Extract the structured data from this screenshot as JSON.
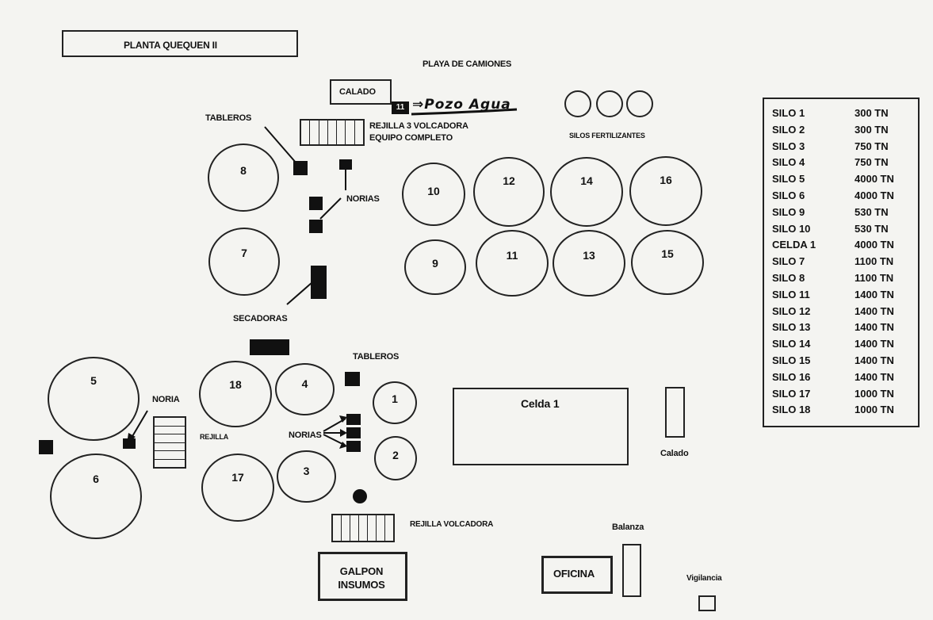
{
  "title": "PLANTA QUEQUEN II",
  "labels": {
    "playa": "PLAYA DE CAMIONES",
    "calado_top": "CALADO",
    "pozo_num": "11",
    "pozo": "Pozo Agua",
    "rejilla3": "REJILLA 3 VOLCADORA",
    "equipo": "EQUIPO COMPLETO",
    "silos_fert": "SILOS FERTILIZANTES",
    "tableros_top": "TABLEROS",
    "norias_top": "NORIAS",
    "secadoras": "SECADORAS",
    "tableros_mid": "TABLEROS",
    "noria": "NORIA",
    "rejilla": "REJILLA",
    "norias_mid": "NORIAS",
    "rejilla_volcadora": "REJILLA VOLCADORA",
    "celda1": "Celda 1",
    "calado_right": "Calado",
    "balanza": "Balanza",
    "galpon": "GALPON INSUMOS",
    "oficina": "OFICINA",
    "vigilancia": "Vigilancia"
  },
  "silos": {
    "s1": "1",
    "s2": "2",
    "s3": "3",
    "s4": "4",
    "s5": "5",
    "s6": "6",
    "s7": "7",
    "s8": "8",
    "s9": "9",
    "s10": "10",
    "s11": "11",
    "s12": "12",
    "s13": "13",
    "s14": "14",
    "s15": "15",
    "s16": "16",
    "s17": "17",
    "s18": "18"
  },
  "capacity_table": [
    {
      "name": "SILO 1",
      "cap": "300 TN"
    },
    {
      "name": "SILO 2",
      "cap": "300 TN"
    },
    {
      "name": "SILO 3",
      "cap": "750 TN"
    },
    {
      "name": "SILO 4",
      "cap": "750 TN"
    },
    {
      "name": "SILO 5",
      "cap": "4000 TN"
    },
    {
      "name": "SILO 6",
      "cap": "4000 TN"
    },
    {
      "name": "SILO 9",
      "cap": "530 TN"
    },
    {
      "name": "SILO 10",
      "cap": "530 TN"
    },
    {
      "name": "CELDA 1",
      "cap": "4000 TN"
    },
    {
      "name": "SILO 7",
      "cap": "1100 TN"
    },
    {
      "name": "SILO 8",
      "cap": "1100 TN"
    },
    {
      "name": "SILO 11",
      "cap": "1400 TN"
    },
    {
      "name": "SILO 12",
      "cap": "1400 TN"
    },
    {
      "name": "SILO 13",
      "cap": "1400 TN"
    },
    {
      "name": "SILO 14",
      "cap": "1400 TN"
    },
    {
      "name": "SILO 15",
      "cap": "1400 TN"
    },
    {
      "name": "SILO 16",
      "cap": "1400 TN"
    },
    {
      "name": "SILO 17",
      "cap": "1000 TN"
    },
    {
      "name": "SILO 18",
      "cap": "1000 TN"
    }
  ]
}
